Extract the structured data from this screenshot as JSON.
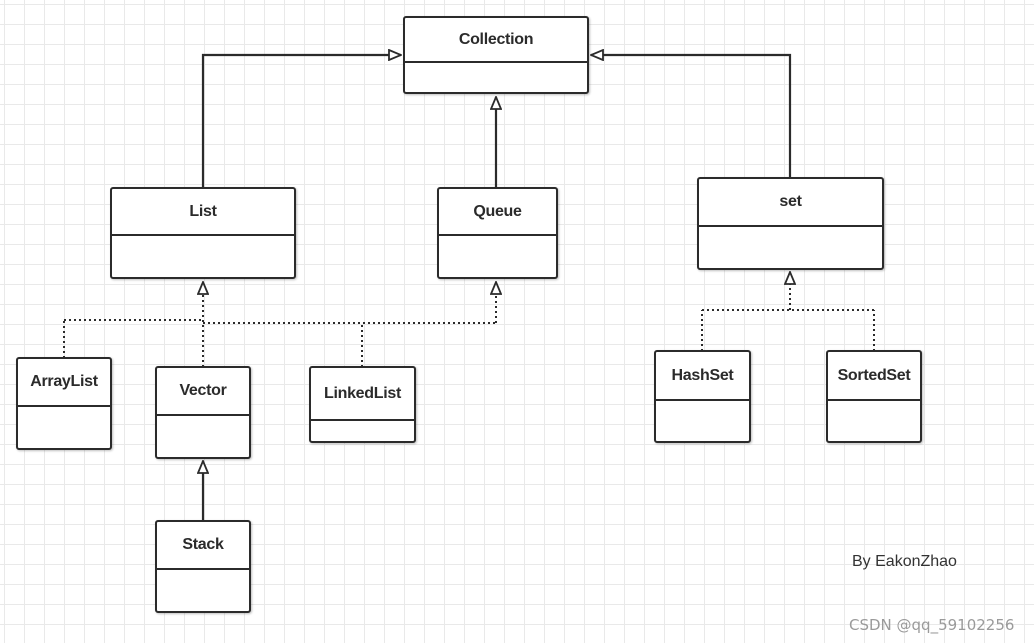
{
  "diagram": {
    "classes": {
      "collection": "Collection",
      "list": "List",
      "queue": "Queue",
      "set": "set",
      "array_list": "ArrayList",
      "vector": "Vector",
      "linked_list": "LinkedList",
      "hash_set": "HashSet",
      "sorted_set": "SortedSet",
      "stack": "Stack"
    },
    "relationships": [
      {
        "from": "List",
        "to": "Collection",
        "kind": "generalization"
      },
      {
        "from": "Queue",
        "to": "Collection",
        "kind": "generalization"
      },
      {
        "from": "set",
        "to": "Collection",
        "kind": "generalization"
      },
      {
        "from": "ArrayList",
        "to": "List",
        "kind": "realization"
      },
      {
        "from": "Vector",
        "to": "List",
        "kind": "realization"
      },
      {
        "from": "LinkedList",
        "to": "List",
        "kind": "realization"
      },
      {
        "from": "LinkedList",
        "to": "Queue",
        "kind": "realization"
      },
      {
        "from": "HashSet",
        "to": "set",
        "kind": "realization"
      },
      {
        "from": "SortedSet",
        "to": "set",
        "kind": "realization"
      },
      {
        "from": "Stack",
        "to": "Vector",
        "kind": "generalization"
      }
    ],
    "author": "By EakonZhao",
    "watermark": "CSDN @qq_59102256",
    "line_color": "#2b2b2b",
    "grid_color": "#e9e9e9"
  }
}
